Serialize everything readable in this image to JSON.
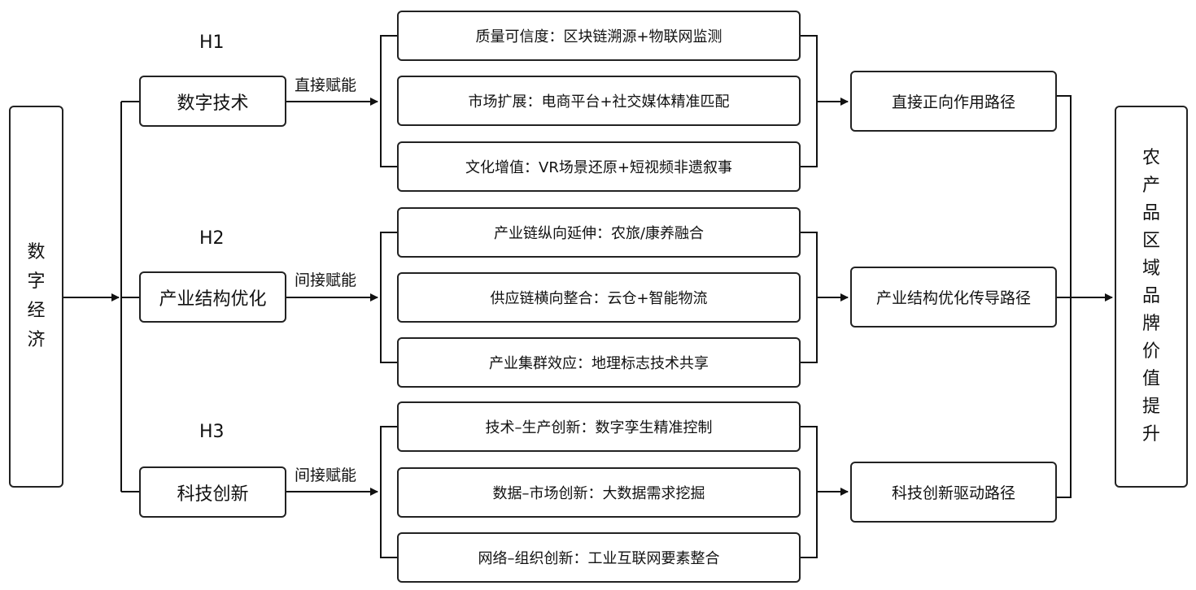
{
  "source_node": [
    "数",
    "字",
    "经",
    "济"
  ],
  "target_node": [
    "农",
    "产",
    "品",
    "区",
    "域",
    "品",
    "牌",
    "价",
    "值",
    "提",
    "升"
  ],
  "hypotheses": [
    "H1",
    "H2",
    "H3"
  ],
  "mechanisms": [
    "数字技术",
    "产业结构优化",
    "科技创新"
  ],
  "edge_labels": [
    "直接赋能",
    "间接赋能",
    "间接赋能"
  ],
  "details": [
    "质量可信度：区块链溯源+物联网监测",
    "市场扩展：电商平台+社交媒体精准匹配",
    "文化增值：VR场景还原+短视频非遗叙事",
    "产业链纵向延伸：农旅/康养融合",
    "供应链横向整合：云仓+智能物流",
    "产业集群效应：地理标志技术共享",
    "技术–生产创新：数字孪生精准控制",
    "数据–市场创新：大数据需求挖掘",
    "网络–组织创新：工业互联网要素整合"
  ],
  "paths": [
    "直接正向作用路径",
    "产业结构优化传导路径",
    "科技创新驱动路径"
  ]
}
